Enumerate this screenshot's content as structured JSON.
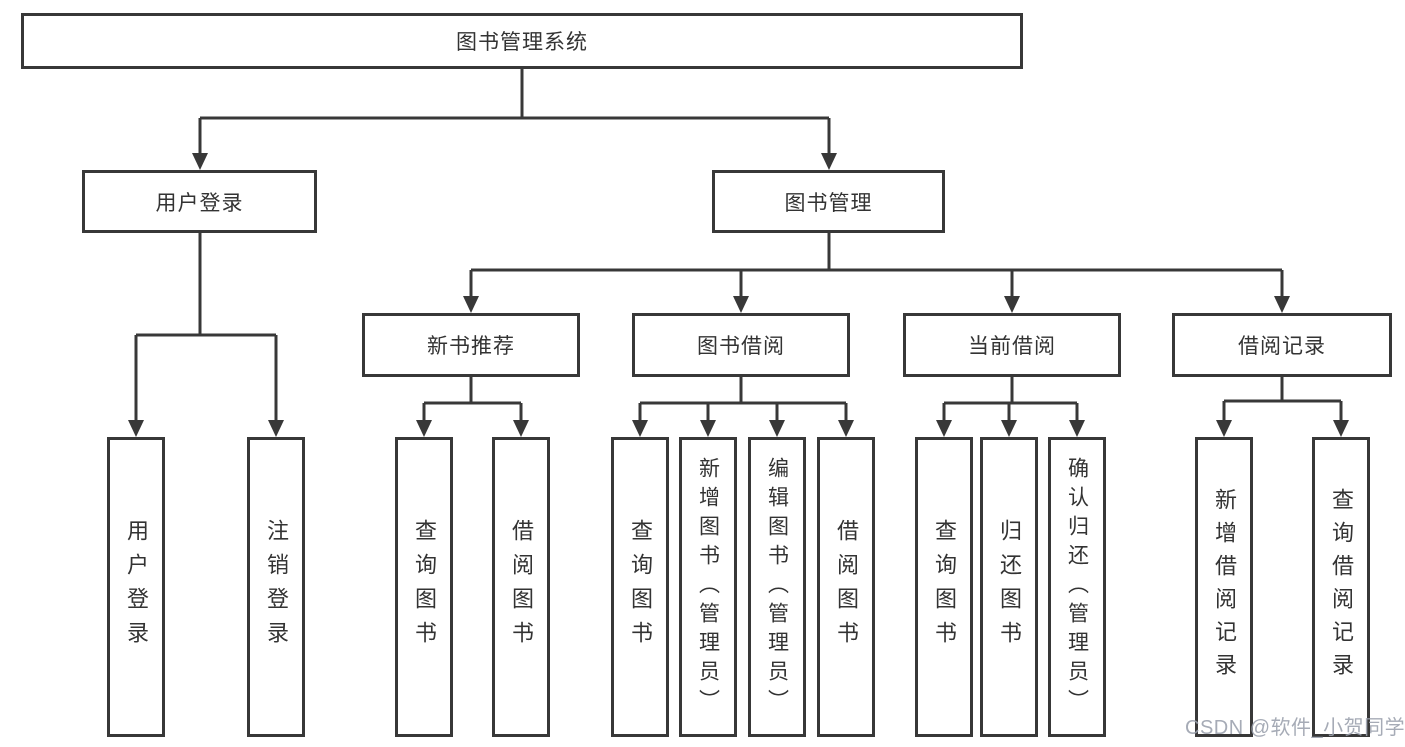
{
  "colors": {
    "line": "#383838",
    "text": "#333333",
    "watermark": "#9aa0ad",
    "background": "#ffffff"
  },
  "watermark": "CSDN @软件_小贺同学",
  "chart_type": "tree-diagram",
  "tree": {
    "label": "图书管理系统",
    "children": [
      {
        "label": "用户登录",
        "children": [
          {
            "label": "用户登录"
          },
          {
            "label": "注销登录"
          }
        ]
      },
      {
        "label": "图书管理",
        "children": [
          {
            "label": "新书推荐",
            "children": [
              {
                "label": "查询图书"
              },
              {
                "label": "借阅图书"
              }
            ]
          },
          {
            "label": "图书借阅",
            "children": [
              {
                "label": "查询图书"
              },
              {
                "label": "新增图书（管理员）"
              },
              {
                "label": "编辑图书（管理员）"
              },
              {
                "label": "借阅图书"
              }
            ]
          },
          {
            "label": "当前借阅",
            "children": [
              {
                "label": "查询图书"
              },
              {
                "label": "归还图书"
              },
              {
                "label": "确认归还（管理员）"
              }
            ]
          },
          {
            "label": "借阅记录",
            "children": [
              {
                "label": "新增借阅记录"
              },
              {
                "label": "查询借阅记录"
              }
            ]
          }
        ]
      }
    ]
  }
}
